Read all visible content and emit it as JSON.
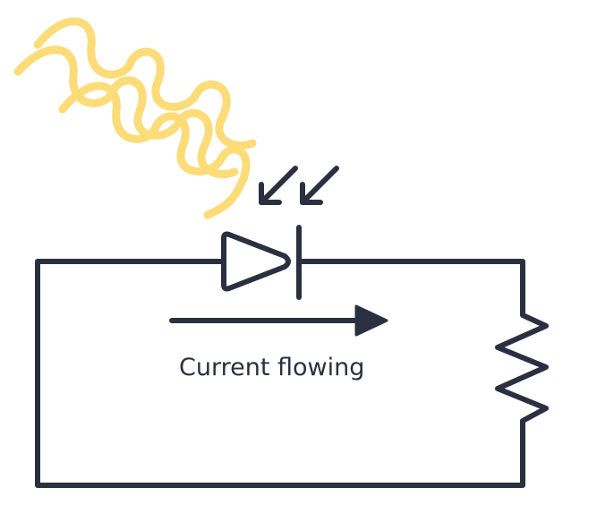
{
  "labels": {
    "current_flowing": "Current flowing"
  },
  "colors": {
    "wire": "#2b3040",
    "light": "#fcdc78"
  },
  "components": {
    "light_source": "light-waves-icon",
    "sensor": "photodiode-symbol",
    "load": "resistor-symbol"
  }
}
